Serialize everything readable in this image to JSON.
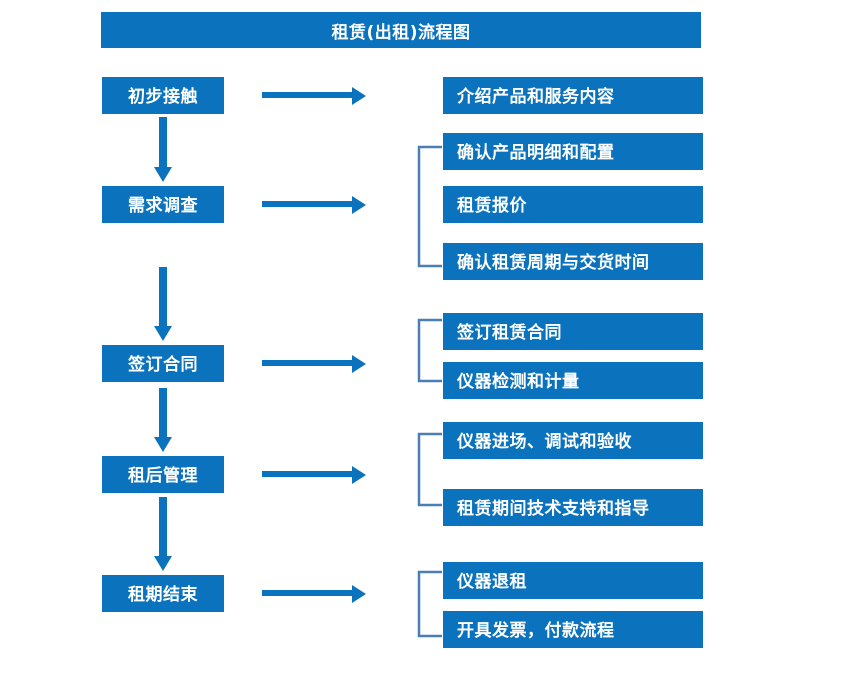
{
  "diagram": {
    "title": "租赁(出租)流程图",
    "accent_color": "#0b72bd",
    "bracket_color": "#4a7fb5",
    "arrow_color": "#0b72bd",
    "text_color": "#ffffff",
    "background_color": "#ffffff"
  },
  "stages": [
    {
      "label": "初步接触"
    },
    {
      "label": "需求调查"
    },
    {
      "label": "签订合同"
    },
    {
      "label": "租后管理"
    },
    {
      "label": "租期结束"
    }
  ],
  "details": [
    {
      "label": "介绍产品和服务内容"
    },
    {
      "label": "确认产品明细和配置"
    },
    {
      "label": "租赁报价"
    },
    {
      "label": "确认租赁周期与交货时间"
    },
    {
      "label": "签订租赁合同"
    },
    {
      "label": "仪器检测和计量"
    },
    {
      "label": "仪器进场、调试和验收"
    },
    {
      "label": "租赁期间技术支持和指导"
    },
    {
      "label": "仪器退租"
    },
    {
      "label": "开具发票，付款流程"
    }
  ],
  "icons": {
    "arrow_right": "arrow-right-icon",
    "arrow_down": "arrow-down-icon",
    "bracket": "bracket-icon"
  }
}
